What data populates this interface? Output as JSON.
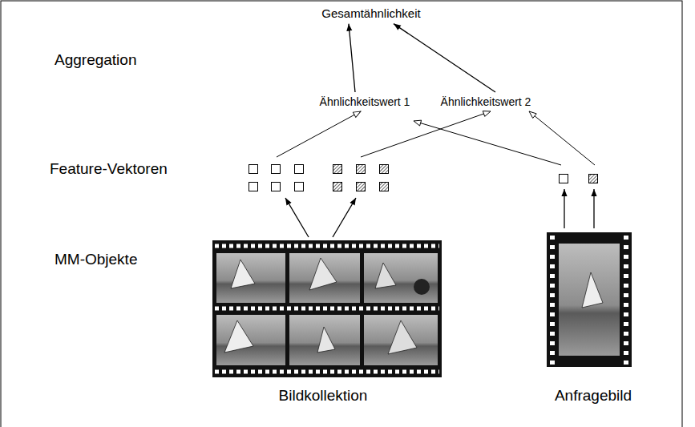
{
  "diagram": {
    "nodes": [
      {
        "text": [
          "Gesamtähnlichkeit"
        ]
      },
      {
        "text": [
          "Ähnlichkeitswert 1"
        ]
      },
      {
        "text": [
          "Ähnlichkeitswert 2"
        ]
      }
    ],
    "edges": [
      {
        "from": 1,
        "to": 0,
        "arrow": "to"
      },
      {
        "from": 2,
        "to": 0,
        "arrow": "to"
      }
    ],
    "labels": [
      "Aggregation",
      "Feature-Vektoren",
      "MM-Objekte",
      "Bildkollektion",
      "Anfragebild"
    ]
  }
}
